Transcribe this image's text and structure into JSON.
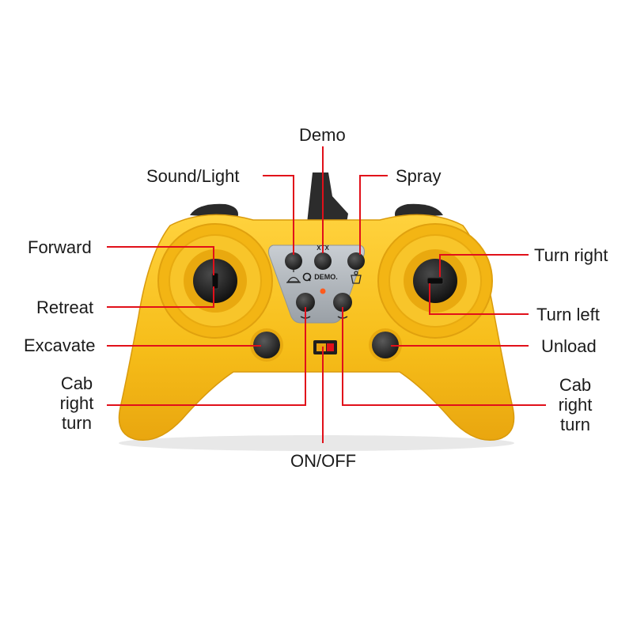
{
  "brand": "XTX",
  "demo_panel_text": "DEMO.",
  "accent_color": "#e1101a",
  "body_color": "#f6bd19",
  "labels": {
    "demo": "Demo",
    "sound_light": "Sound/Light",
    "spray": "Spray",
    "forward": "Forward",
    "retreat": "Retreat",
    "excavate": "Excavate",
    "cab_right_turn_left_1": "Cab",
    "cab_right_turn_left_2": "right",
    "cab_right_turn_left_3": "turn",
    "on_off": "ON/OFF",
    "turn_right": "Turn right",
    "turn_left": "Turn left",
    "unload": "Unload",
    "cab_right_turn_right_1": "Cab",
    "cab_right_turn_right_2": "right",
    "cab_right_turn_right_3": "turn"
  },
  "icons": {
    "sound_light_button": "siren-icon",
    "spray_button": "spray-icon",
    "demo_button": "demo-icon",
    "cab_rotate_left": "rotate-left-icon",
    "cab_rotate_right": "rotate-right-icon"
  }
}
